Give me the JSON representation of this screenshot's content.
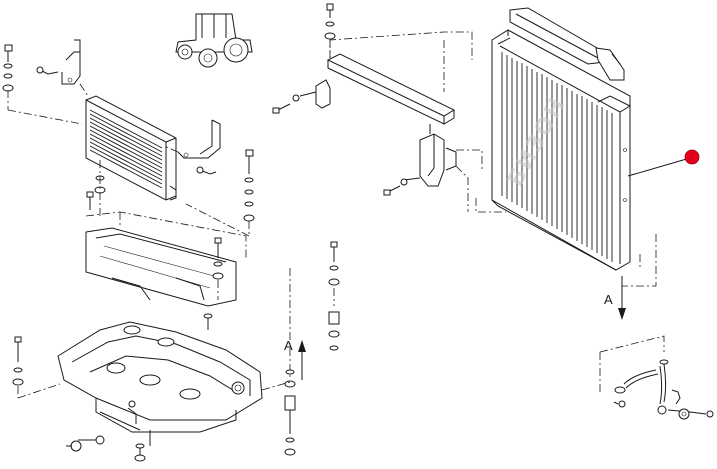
{
  "diagram": {
    "labels": {
      "flow_arrow_main": "A",
      "flow_arrow_bottom": "A"
    },
    "watermark_text": "БИЗОН",
    "hotspot": {
      "color": "#e3001b",
      "name": "radiator-callout"
    },
    "line_color": "#1a1a1a",
    "background": "#ffffff"
  }
}
